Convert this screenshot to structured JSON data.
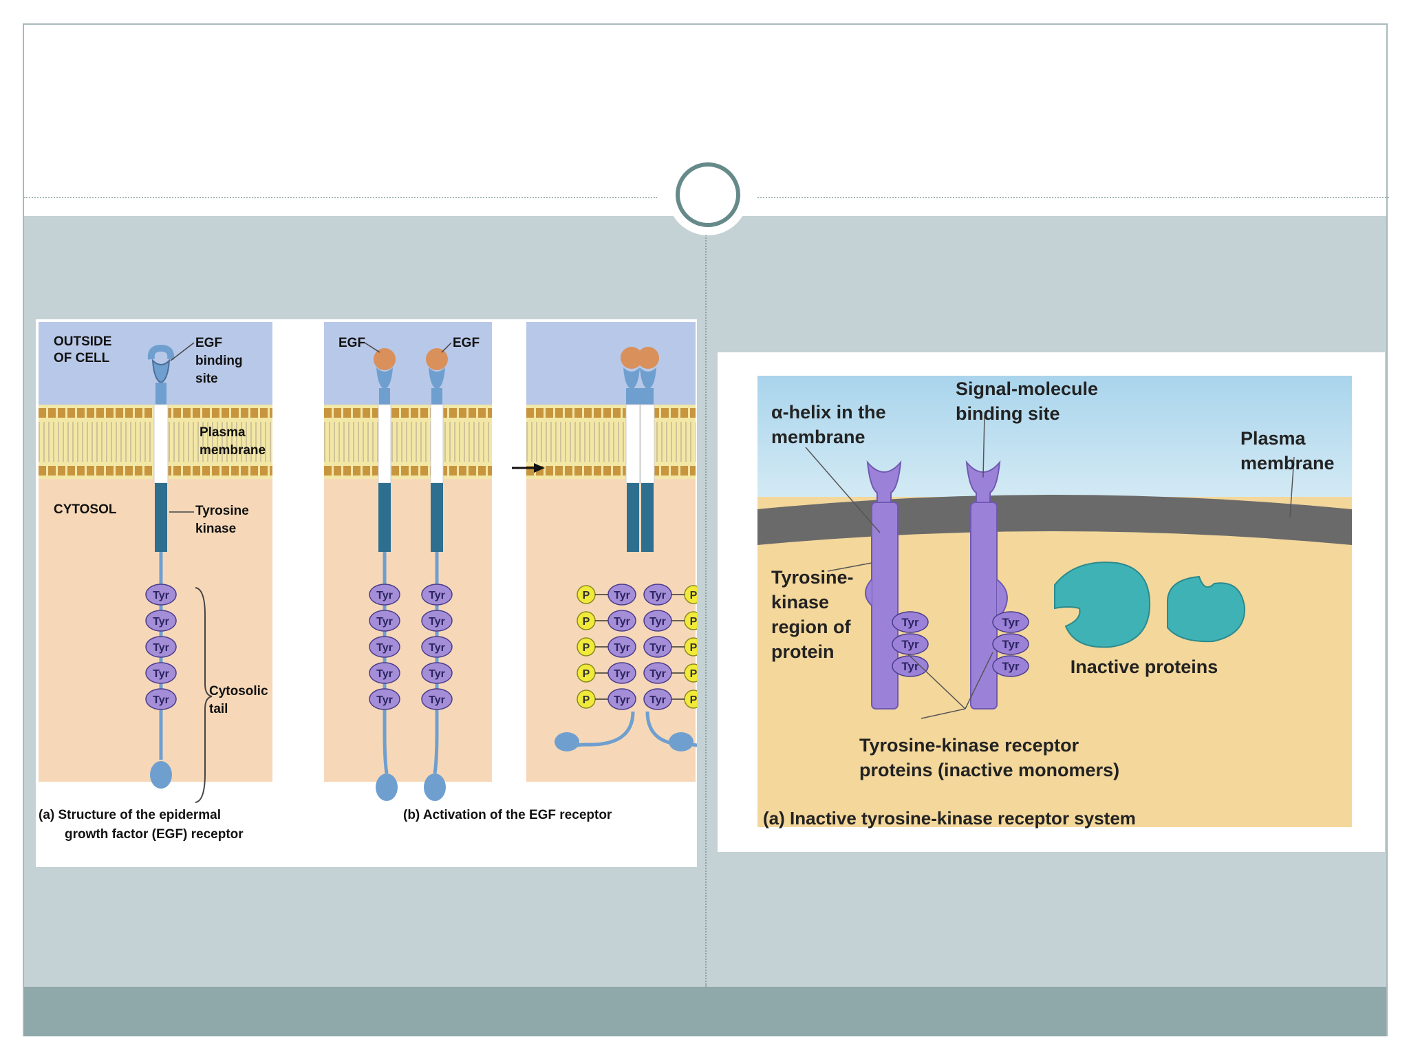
{
  "figure_a": {
    "panel_a": {
      "outside_label_1": "OUTSIDE",
      "outside_label_2": "OF CELL",
      "egf_site_1": "EGF",
      "egf_site_2": "binding",
      "egf_site_3": "site",
      "membrane_1": "Plasma",
      "membrane_2": "membrane",
      "cytosol": "CYTOSOL",
      "kinase_1": "Tyrosine",
      "kinase_2": "kinase",
      "tail_1": "Cytosolic",
      "tail_2": "tail",
      "tyr": "Tyr",
      "caption_1": "(a) Structure of the epidermal",
      "caption_2": "growth factor (EGF) receptor"
    },
    "panel_b": {
      "egf_left": "EGF",
      "egf_right": "EGF",
      "tyr": "Tyr",
      "phosphate": "P",
      "caption": "(b) Activation of the EGF receptor"
    }
  },
  "figure_b": {
    "helix_1": "α-helix in the",
    "helix_2": "membrane",
    "signal_1": "Signal-molecule",
    "signal_2": "binding site",
    "membrane_1": "Plasma",
    "membrane_2": "membrane",
    "kinase_region_1": "Tyrosine-",
    "kinase_region_2": "kinase",
    "kinase_region_3": "region of",
    "kinase_region_4": "protein",
    "tyr": "Tyr",
    "inactive": "Inactive proteins",
    "receptor_1": "Tyrosine-kinase receptor",
    "receptor_2": "proteins (inactive monomers)",
    "caption": "(a) Inactive tyrosine-kinase receptor system"
  },
  "colors": {
    "extracellular": "#b8c8e8",
    "cytosol": "#f6d8b8",
    "receptor_blue": "#6f9fcf",
    "receptor_teal": "#2e6f8f",
    "egf_orange": "#d9905a",
    "phosphate_yellow": "#f1ea3a",
    "receptor_purple": "#9b82d8",
    "inactive_teal": "#3fb2b5"
  }
}
